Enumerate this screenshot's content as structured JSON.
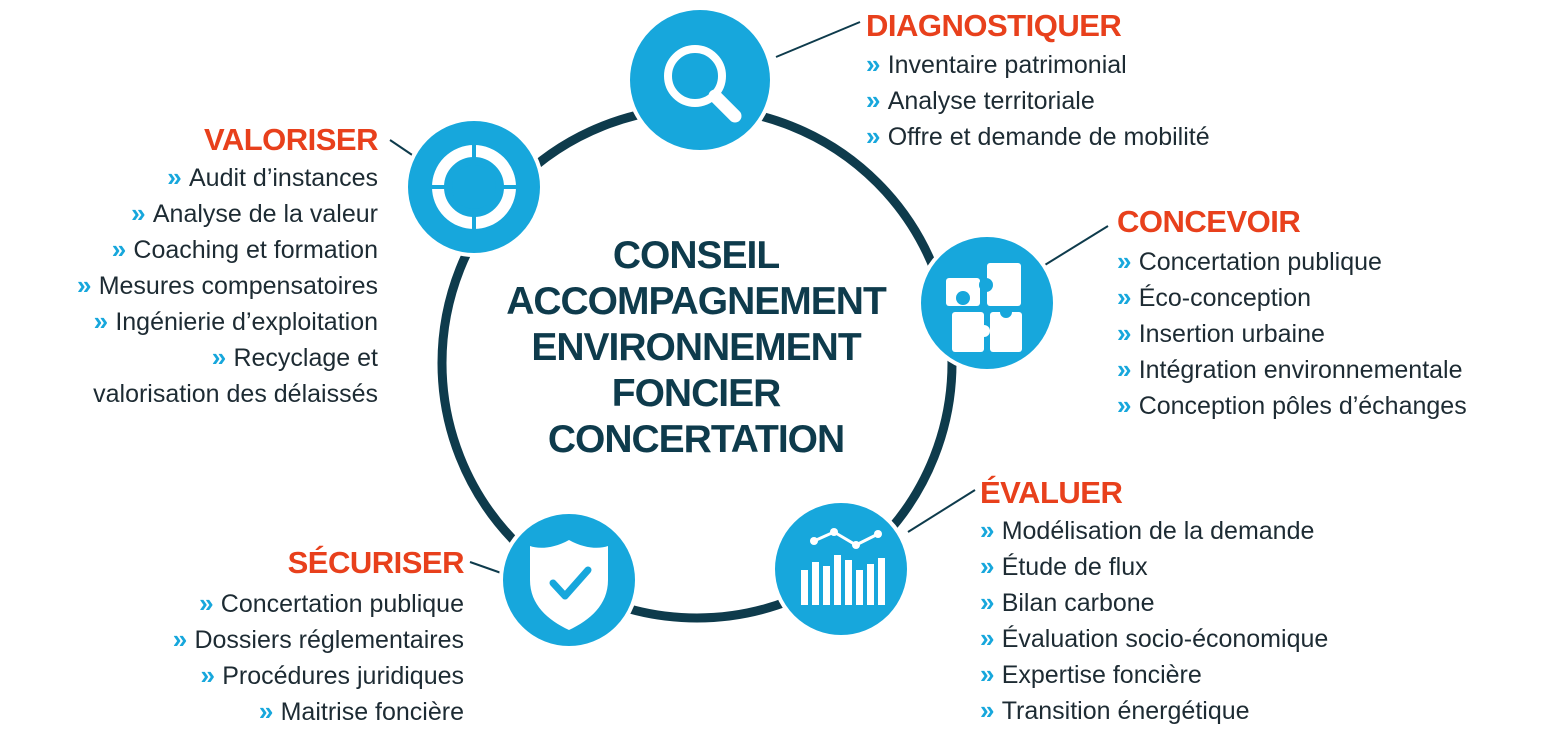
{
  "center": {
    "lines": [
      "CONSEIL",
      "ACCOMPAGNEMENT",
      "ENVIRONNEMENT",
      "FONCIER",
      "CONCERTATION"
    ]
  },
  "colors": {
    "ring": "#0e3b4c",
    "icon": "#17a7dc",
    "heading": "#e8401c",
    "text": "#1d2b33"
  },
  "sections": {
    "diagnostiquer": {
      "title": "DIAGNOSTIQUER",
      "icon": "magnifier-icon",
      "items": [
        "Inventaire patrimonial",
        "Analyse territoriale",
        "Offre et demande de mobilité"
      ]
    },
    "concevoir": {
      "title": "CONCEVOIR",
      "icon": "puzzle-icon",
      "items": [
        "Concertation publique",
        "Éco-conception",
        "Insertion urbaine",
        "Intégration environnementale",
        "Conception pôles d’échanges"
      ]
    },
    "evaluer": {
      "title": "ÉVALUER",
      "icon": "chart-icon",
      "items": [
        "Modélisation de la demande",
        "Étude de flux",
        "Bilan carbone",
        "Évaluation socio-économique",
        "Expertise foncière",
        "Transition énergétique"
      ]
    },
    "securiser": {
      "title": "SÉCURISER",
      "icon": "shield-check-icon",
      "items": [
        "Concertation publique",
        "Dossiers réglementaires",
        "Procédures juridiques",
        "Maitrise foncière"
      ]
    },
    "valoriser": {
      "title": "VALORISER",
      "icon": "cycle-icon",
      "items": [
        "Audit d’instances",
        "Analyse de la valeur",
        "Coaching et formation",
        "Mesures compensatoires",
        "Ingénierie d’exploitation",
        "Recyclage et",
        "valorisation des délaissés"
      ]
    }
  }
}
